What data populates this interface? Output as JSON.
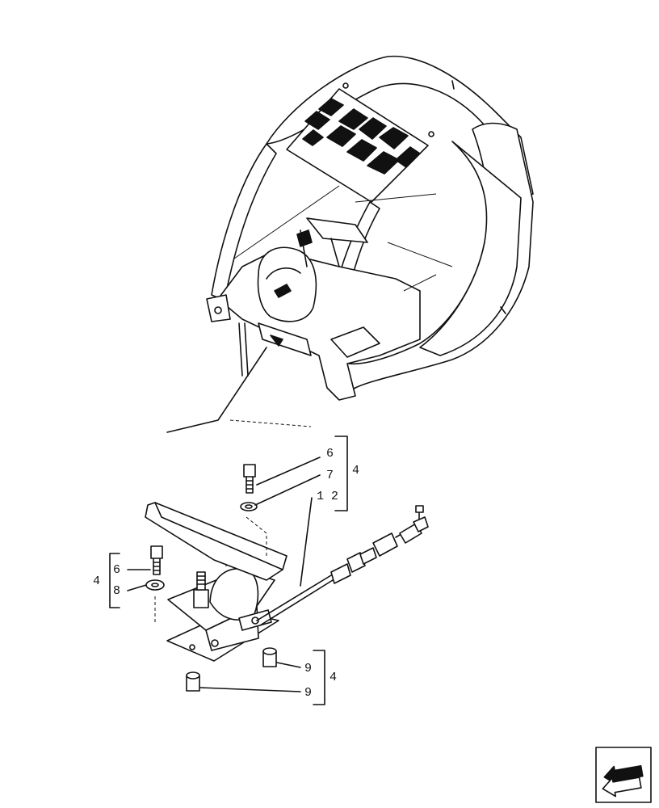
{
  "callouts": {
    "c6_top": "6",
    "c7_top": "7",
    "c12": "1 2",
    "kit_top": "4",
    "c6_left": "6",
    "c8_left": "8",
    "kit_left": "4",
    "c9_upper": "9",
    "c9_lower": "9",
    "kit_bottom": "4"
  },
  "icons": {
    "nav": "next-page-arrow-icon"
  },
  "colors": {
    "line": "#111111",
    "background": "#ffffff"
  }
}
